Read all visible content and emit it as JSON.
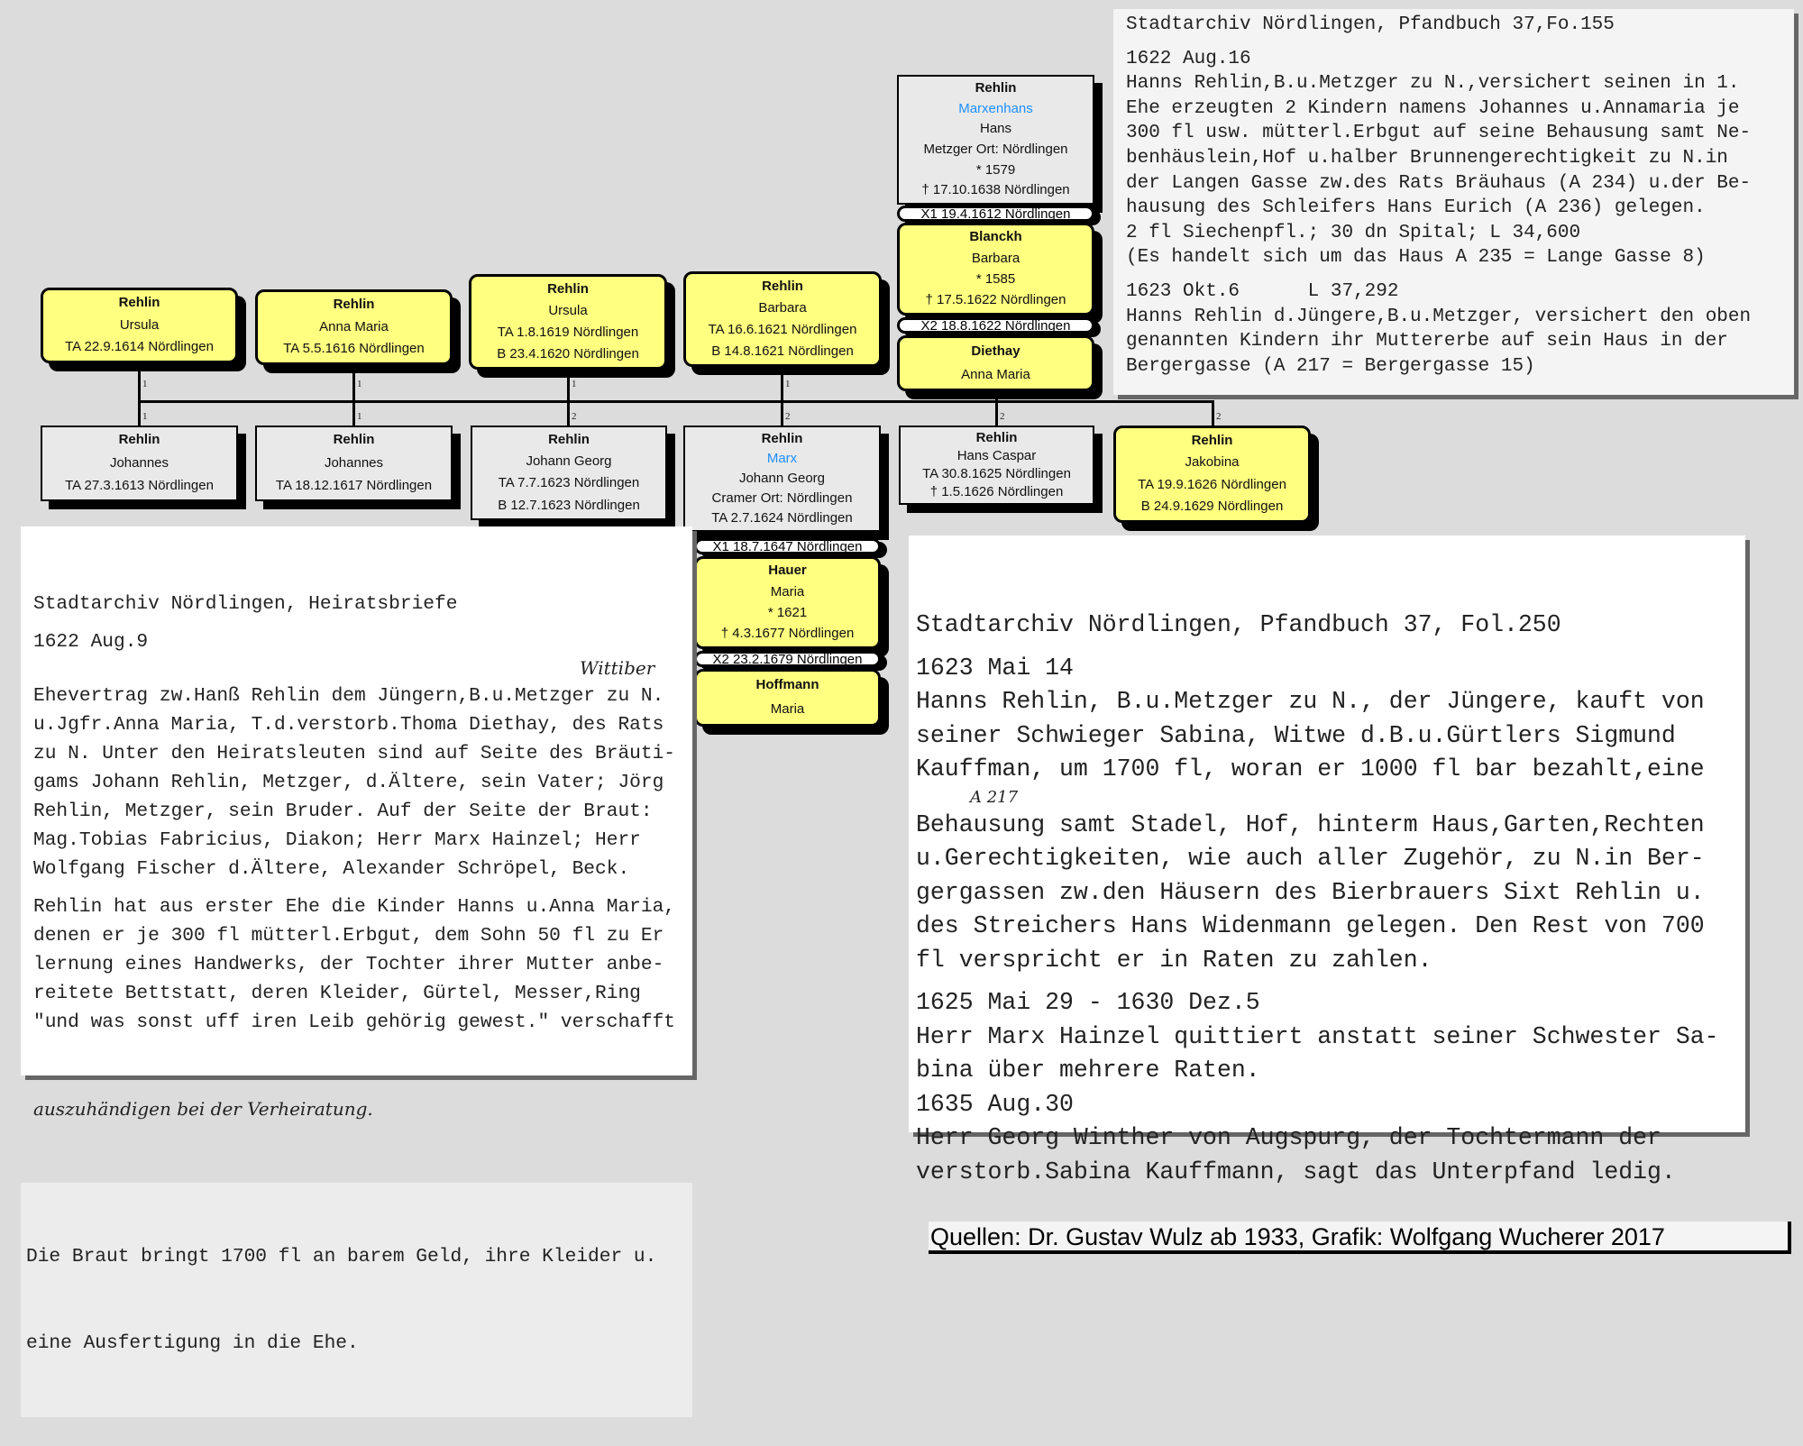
{
  "persons": {
    "marxenhans": {
      "lines": [
        "Rehlin",
        "Marxenhans",
        "Hans",
        "Metzger Ort: Nördlingen",
        "* 1579",
        "† 17.10.1638 Nördlingen"
      ]
    },
    "blanckh": {
      "lines": [
        "Blanckh",
        "Barbara",
        "* 1585",
        "† 17.5.1622 Nördlingen"
      ]
    },
    "diethay": {
      "lines": [
        "Diethay",
        "Anna Maria"
      ]
    },
    "ursula1": {
      "lines": [
        "Rehlin",
        "Ursula",
        "TA 22.9.1614 Nördlingen"
      ]
    },
    "annamaria": {
      "lines": [
        "Rehlin",
        "Anna Maria",
        "TA 5.5.1616 Nördlingen"
      ]
    },
    "ursula2": {
      "lines": [
        "Rehlin",
        "Ursula",
        "TA 1.8.1619 Nördlingen",
        "B 23.4.1620 Nördlingen"
      ]
    },
    "barbara": {
      "lines": [
        "Rehlin",
        "Barbara",
        "TA 16.6.1621 Nördlingen",
        "B 14.8.1621 Nördlingen"
      ]
    },
    "johannes1": {
      "lines": [
        "Rehlin",
        "Johannes",
        "TA 27.3.1613 Nördlingen"
      ]
    },
    "johannes2": {
      "lines": [
        "Rehlin",
        "Johannes",
        "TA 18.12.1617 Nördlingen"
      ]
    },
    "johanngeorg": {
      "lines": [
        "Rehlin",
        "Johann Georg",
        "TA 7.7.1623 Nördlingen",
        "B 12.7.1623 Nördlingen"
      ]
    },
    "marx": {
      "lines": [
        "Rehlin",
        "Marx",
        "Johann Georg",
        "Cramer Ort: Nördlingen",
        "TA 2.7.1624 Nördlingen"
      ]
    },
    "hanscaspar": {
      "lines": [
        "Rehlin",
        "Hans Caspar",
        "TA 30.8.1625 Nördlingen",
        "† 1.5.1626 Nördlingen"
      ]
    },
    "jakobina": {
      "lines": [
        "Rehlin",
        "Jakobina",
        "TA 19.9.1626 Nördlingen",
        "B 24.9.1629 Nördlingen"
      ]
    },
    "hauer": {
      "lines": [
        "Hauer",
        "Maria",
        "* 1621",
        "† 4.3.1677 Nördlingen"
      ]
    },
    "hoffmann": {
      "lines": [
        "Hoffmann",
        "Maria"
      ]
    }
  },
  "marriages": {
    "m1": "X1 19.4.1612 Nördlingen",
    "m2": "X2 18.8.1622 Nördlingen",
    "m3": "X1 18.7.1647 Nördlingen",
    "m4": "X2 23.2.1679 Nördlingen"
  },
  "marriage_numbers": {
    "one": "1",
    "two": "2"
  },
  "doc_top_right": [
    "Stadtarchiv Nördlingen, Pfandbuch 37,Fo.155",
    "1622 Aug.16",
    "Hanns Rehlin,B.u.Metzger zu N.,versichert seinen in 1.",
    "Ehe erzeugten 2 Kindern namens Johannes u.Annamaria je",
    "300 fl usw. mütterl.Erbgut auf seine Behausung samt Ne-",
    "benhäuslein,Hof u.halber Brunnengerechtigkeit zu N.in",
    "der Langen Gasse zw.des Rats Bräuhaus (A 234) u.der Be-",
    "hausung des Schleifers Hans Eurich (A 236) gelegen.",
    "2 fl Siechenpfl.; 30 dn Spital; L 34,600",
    "(Es handelt sich um das Haus A 235 = Lange Gasse 8)",
    "1623 Okt.6      L 37,292",
    "Hanns Rehlin d.Jüngere,B.u.Metzger, versichert den oben",
    "genannten Kindern ihr Muttererbe auf sein Haus in der",
    "Bergergasse (A 217 = Bergergasse 15)"
  ],
  "doc_left": {
    "lines": [
      "Stadtarchiv Nördlingen, Heiratsbriefe",
      "1622 Aug.9",
      "Ehevertrag zw.Hanß Rehlin dem Jüngern,B.u.Metzger zu N.",
      "u.Jgfr.Anna Maria, T.d.verstorb.Thoma Diethay, des Rats",
      "zu N. Unter den Heiratsleuten sind auf Seite des Bräuti-",
      "gams Johann Rehlin, Metzger, d.Ältere, sein Vater; Jörg",
      "Rehlin, Metzger, sein Bruder. Auf der Seite der Braut:",
      "Mag.Tobias Fabricius, Diakon; Herr Marx Hainzel; Herr",
      "Wolfgang Fischer d.Ältere, Alexander Schröpel, Beck.",
      "Rehlin hat aus erster Ehe die Kinder Hanns u.Anna Maria,",
      "denen er je 300 fl mütterl.Erbgut, dem Sohn 50 fl zu Er",
      "lernung eines Handwerks, der Tochter ihrer Mutter anbe-",
      "reitete Bettstatt, deren Kleider, Gürtel, Messer,Ring",
      "\"und was sonst uff iren Leib gehörig gewest.\" verschafft"
    ],
    "insert": "Wittiber",
    "handwritten": "auszuhändigen bei der Verheiratung.",
    "footer": [
      "Die Braut bringt 1700 fl an barem Geld, ihre Kleider u.",
      "eine Ausfertigung in die Ehe."
    ]
  },
  "doc_right": {
    "lines": [
      "Stadtarchiv Nördlingen, Pfandbuch 37, Fol.250",
      "1623 Mai 14",
      "Hanns Rehlin, B.u.Metzger zu N., der Jüngere, kauft von",
      "seiner Schwieger Sabina, Witwe d.B.u.Gürtlers Sigmund",
      "Kauffman, um 1700 fl, woran er 1000 fl bar bezahlt,eine",
      "Behausung samt Stadel, Hof, hinterm Haus,Garten,Rechten",
      "u.Gerechtigkeiten, wie auch aller Zugehör, zu N.in Ber-",
      "gergassen zw.den Häusern des Bierbrauers Sixt Rehlin u.",
      "des Streichers Hans Widenmann gelegen. Den Rest von 700",
      "fl verspricht er in Raten zu zahlen.",
      "1625 Mai 29 - 1630 Dez.5",
      "Herr Marx Hainzel quittiert anstatt seiner Schwester Sa-",
      "bina über mehrere Raten.",
      "1635 Aug.30",
      "Herr Georg Winther von Augspurg, der Tochtermann der",
      "verstorb.Sabina Kauffmann, sagt das Unterpfand ledig."
    ],
    "handwritten": "A 217"
  },
  "caption": "Quellen: Dr. Gustav Wulz ab 1933, Grafik: Wolfgang Wucherer 2017"
}
